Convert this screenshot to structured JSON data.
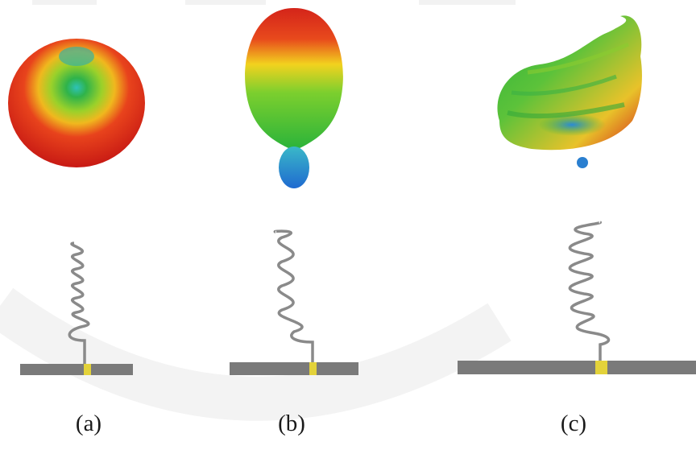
{
  "figure": {
    "panels": [
      {
        "id": "a",
        "caption": "(a)"
      },
      {
        "id": "b",
        "caption": "(b)"
      },
      {
        "id": "c",
        "caption": "(c)"
      }
    ],
    "colors": {
      "helix_wire": "#8a8a8a",
      "ground_plane": "#7a7a7a",
      "feed_point": "#e3d23a",
      "pattern_high": "#e0201a",
      "pattern_mid": "#f2d21e",
      "pattern_low": "#2bb33a",
      "pattern_min": "#2a8ad8"
    }
  }
}
